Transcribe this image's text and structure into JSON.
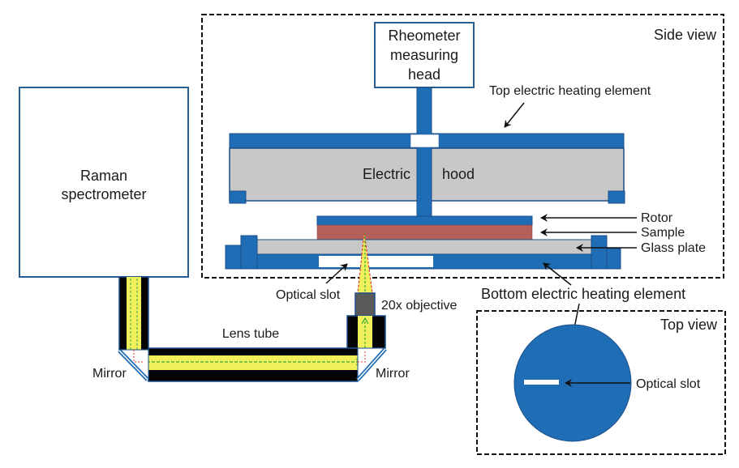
{
  "colors": {
    "blue": "#1f6db5",
    "blue_stroke": "#1b4f8a",
    "hood_gray": "#c8c8c8",
    "sample_red": "#b5605a",
    "tube_black": "#050505",
    "beam_yellow": "#f0ef5c",
    "beam_green": "#3aaa3a",
    "beam_red": "#e03b2b",
    "objective_gray": "#5a5a5a",
    "frame_border": "#2a5d8f",
    "text": "#1a1a1a"
  },
  "labels": {
    "rheometer_head": [
      "Rheometer",
      "measuring",
      "head"
    ],
    "side_view": "Side view",
    "top_view": "Top view",
    "top_heating": "Top electric heating element",
    "electric_hood_left": "Electric",
    "electric_hood_right": "hood",
    "rotor": "Rotor",
    "sample": "Sample",
    "glass_plate": "Glass plate",
    "bottom_heating": "Bottom electric heating element",
    "optical_slot_side": "Optical slot",
    "objective": "20x objective",
    "lens_tube": "Lens tube",
    "mirror_left": "Mirror",
    "mirror_right": "Mirror",
    "raman": [
      "Raman",
      "spectrometer"
    ],
    "optical_slot_top": "Optical slot"
  }
}
